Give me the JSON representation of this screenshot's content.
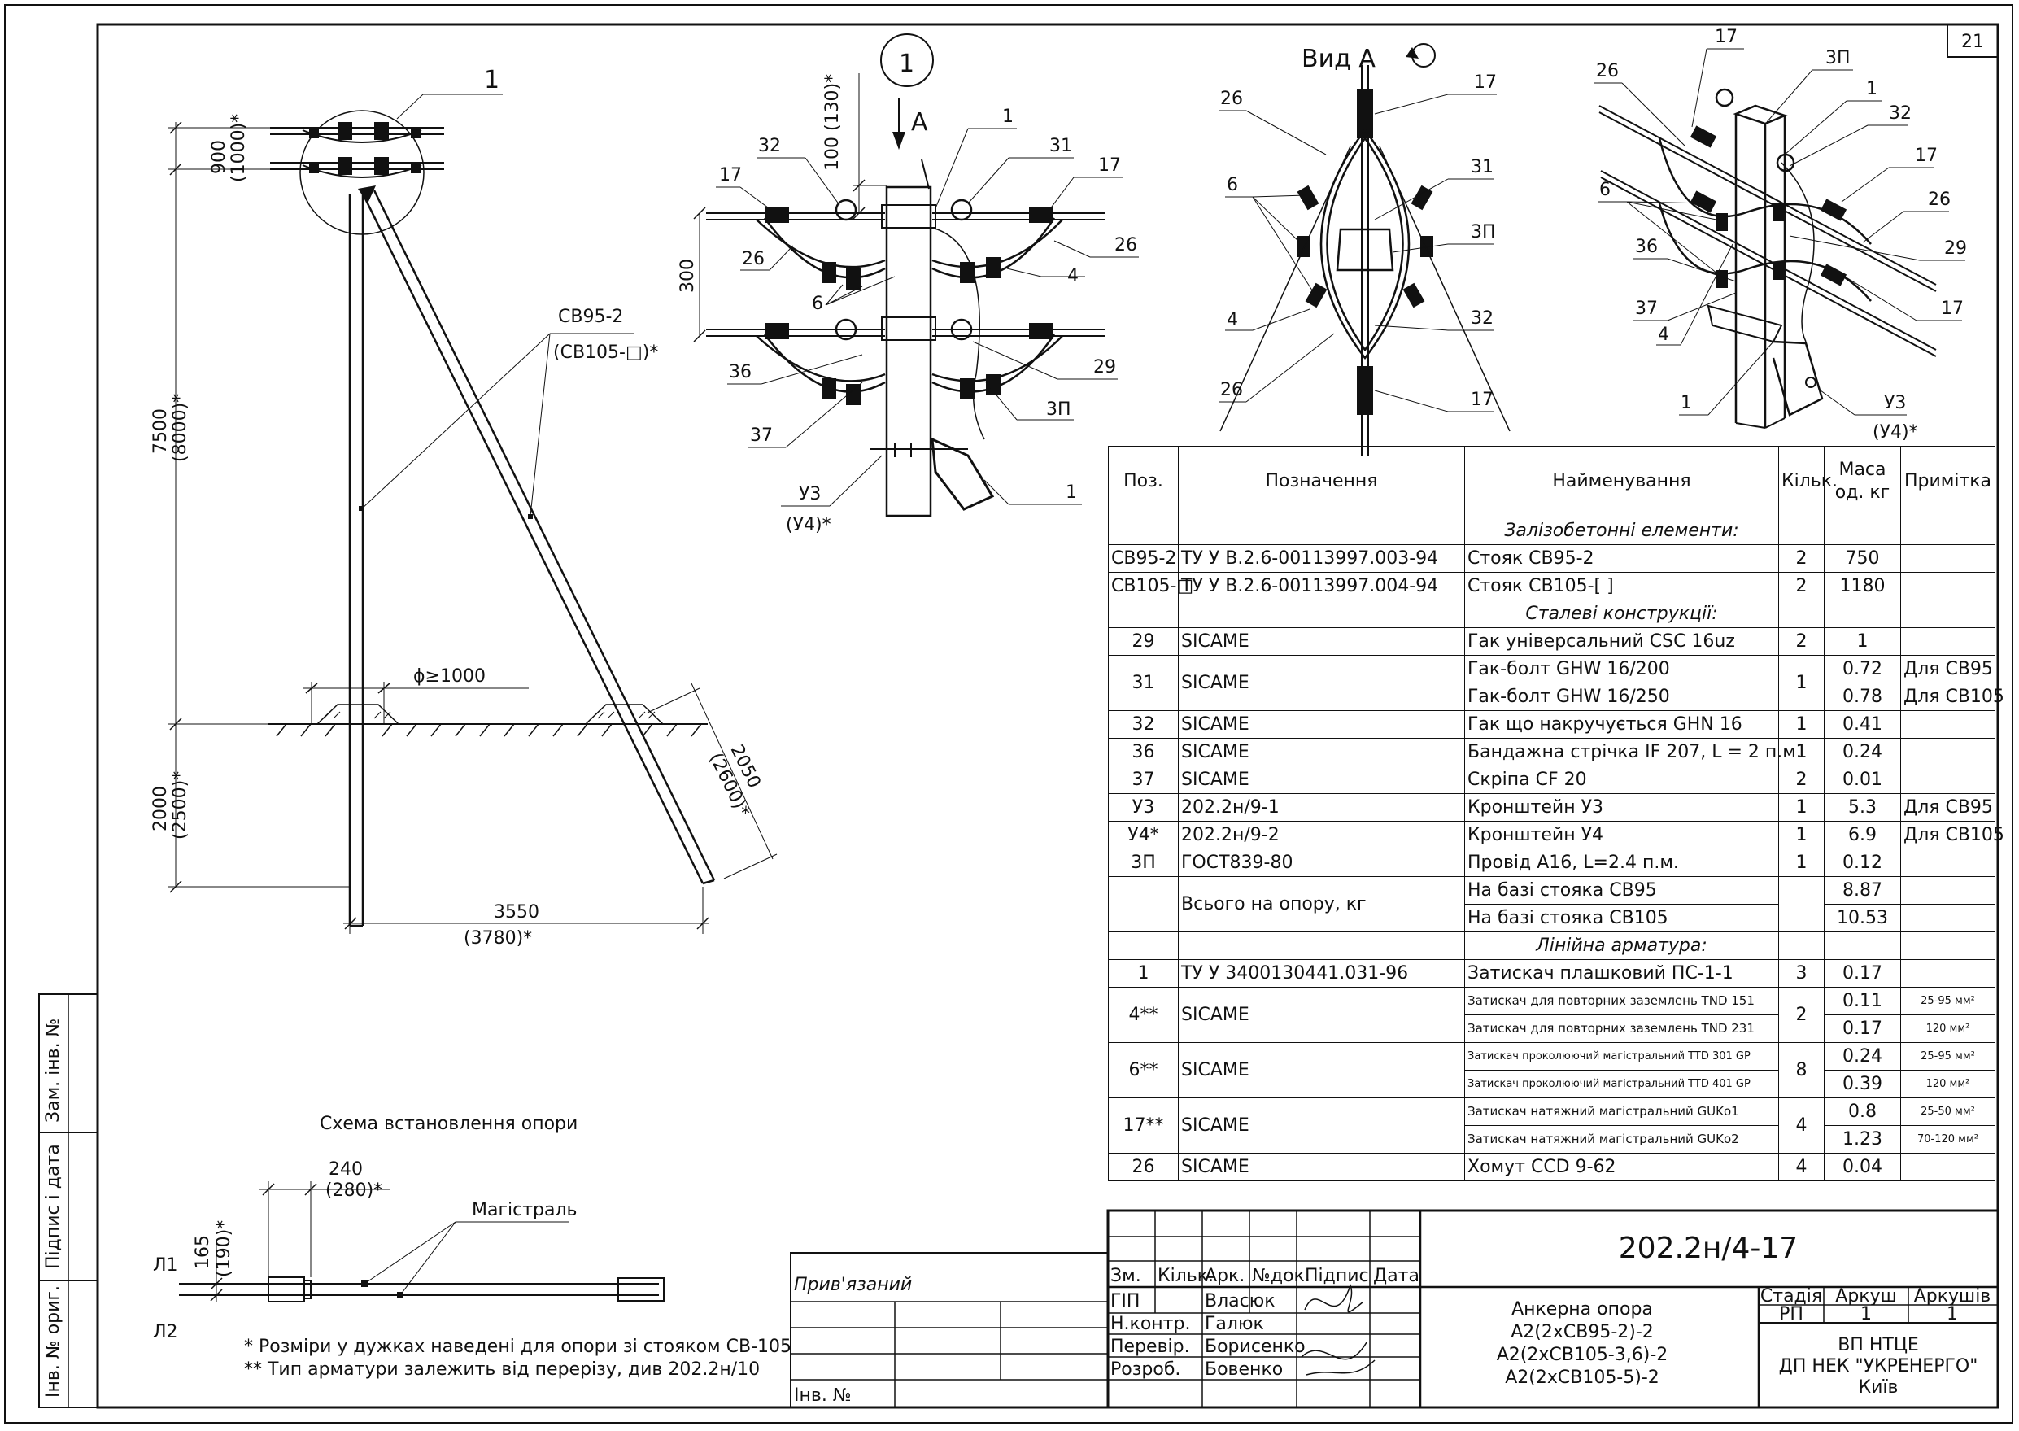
{
  "sheet_number": "21",
  "drawing_code": "202.2н/4-17",
  "pole_elevation": {
    "callout": "1",
    "top_dims": [
      "900",
      "(1000)*"
    ],
    "height_dims": [
      "7500",
      "(8000)*"
    ],
    "depth_dims": [
      "2000",
      "(2500)*"
    ],
    "strut_dims": [
      "2050",
      "(2600)*"
    ],
    "base_dims": [
      "3550",
      "(3780)*"
    ],
    "pit": "ϕ≥1000",
    "post_label": [
      "СВ95-2",
      "(СВ105-□)*"
    ]
  },
  "detail_1": {
    "callout": "1",
    "view_arrow": "А",
    "dims": [
      "100 (130)*",
      "300"
    ],
    "labels": [
      "32",
      "1",
      "31",
      "17",
      "17",
      "26",
      "26",
      "4",
      "6",
      "36",
      "29",
      "37",
      "3П",
      "1",
      "У3",
      "(У4)*"
    ]
  },
  "view_a": {
    "title": "Вид А",
    "labels": [
      "26",
      "17",
      "6",
      "31",
      "3П",
      "4",
      "32",
      "26",
      "17"
    ]
  },
  "iso_view": {
    "labels": [
      "17",
      "3П",
      "26",
      "1",
      "32",
      "17",
      "6",
      "26",
      "36",
      "29",
      "37",
      "17",
      "4",
      "1",
      "У3",
      "(У4)*"
    ]
  },
  "install_scheme": {
    "title": "Схема встановлення опори",
    "dims": [
      "240",
      "(280)*",
      "165",
      "(190)*"
    ],
    "mains": "Магістраль",
    "lines": [
      "Л1",
      "Л2"
    ]
  },
  "notes": [
    "* Розміри у дужках наведені для опори зі стояком СВ-105",
    "** Тип арматури залежить від перерізу, див 202.2н/10"
  ],
  "table": {
    "headers": [
      "Поз.",
      "Позначення",
      "Найменування",
      "Кільк.",
      "Маса од. кг",
      "Примітка"
    ],
    "sections": [
      "Залізобетонні елементи:",
      "Сталеві конструкції:",
      "Лінійна арматура:"
    ],
    "rows": {
      "sv95": [
        "СВ95-2",
        "ТУ У В.2.6-00113997.003-94",
        "Стояк СВ95-2",
        "2",
        "750",
        ""
      ],
      "sv105": [
        "СВ105-□",
        "ТУ У В.2.6-00113997.004-94",
        "Стояк СВ105-[   ]",
        "2",
        "1180",
        ""
      ],
      "r29": [
        "29",
        "SICAME",
        "Гак універсальний CSC 16uz",
        "2",
        "1",
        ""
      ],
      "r31": [
        "31",
        "SICAME",
        "Гак-болт GHW 16/200",
        "1",
        "0.72",
        "Для СВ95"
      ],
      "r31b": [
        "Гак-болт GHW 16/250",
        "0.78",
        "Для СВ105"
      ],
      "r32": [
        "32",
        "SICAME",
        "Гак що накручується GHN 16",
        "1",
        "0.41",
        ""
      ],
      "r36": [
        "36",
        "SICAME",
        "Бандажна стрічка IF 207, L = 2 п.м.",
        "1",
        "0.24",
        ""
      ],
      "r37": [
        "37",
        "SICAME",
        "Скріпа CF 20",
        "2",
        "0.01",
        ""
      ],
      "ru3": [
        "У3",
        "202.2н/9-1",
        "Кронштейн У3",
        "1",
        "5.3",
        "Для СВ95"
      ],
      "ru4": [
        "У4*",
        "202.2н/9-2",
        "Кронштейн У4",
        "1",
        "6.9",
        "Для СВ105"
      ],
      "r3p": [
        "3П",
        "ГОСТ839-80",
        "Провід А16, L=2.4 п.м.",
        "1",
        "0.12",
        ""
      ],
      "total": [
        "Всього на опору, кг",
        "На базі стояка СВ95",
        "8.87"
      ],
      "total_b": [
        "На базі стояка СВ105",
        "10.53"
      ],
      "r1": [
        "1",
        "ТУ У 3400130441.031-96",
        "Затискач плашковий ПС-1-1",
        "3",
        "0.17",
        ""
      ],
      "r4": [
        "4**",
        "SICAME",
        "Затискач для повторних заземлень TND 151",
        "2",
        "0.11",
        "25-95 мм²"
      ],
      "r4b": [
        "Затискач для повторних заземлень TND 231",
        "0.17",
        "120 мм²"
      ],
      "r6": [
        "6**",
        "SICAME",
        "Затискач проколюючий магістральний TTD 301 GP",
        "8",
        "0.24",
        "25-95 мм²"
      ],
      "r6b": [
        "Затискач проколюючий магістральний TTD 401 GP",
        "0.39",
        "120 мм²"
      ],
      "r17": [
        "17**",
        "SICAME",
        "Затискач натяжний магістральний GUKо1",
        "4",
        "0.8",
        "25-50 мм²"
      ],
      "r17b": [
        "Затискач натяжний магістральний GUKо2",
        "1.23",
        "70-120 мм²"
      ],
      "r26": [
        "26",
        "SICAME",
        "Хомут CCD 9-62",
        "4",
        "0.04",
        ""
      ]
    }
  },
  "title_block": {
    "attached": "Прив'язаний",
    "inv_no": "Інв. №",
    "columns": [
      "Зм.",
      "Кільк.",
      "Арк.",
      "№док.",
      "Підпис",
      "Дата"
    ],
    "roles": [
      {
        "role": "ГІП",
        "name": "Власюк"
      },
      {
        "role": "Н.контр.",
        "name": "Галюк"
      },
      {
        "role": "Перевір.",
        "name": "Борисенко"
      },
      {
        "role": "Розроб.",
        "name": "Бовенко"
      }
    ],
    "title": [
      "Анкерна опора",
      "А2(2хСВ95-2)-2",
      "А2(2хСВ105-3,6)-2",
      "А2(2хСВ105-5)-2"
    ],
    "stage_headers": [
      "Стадія",
      "Аркуш",
      "Аркушів"
    ],
    "stage_values": [
      "РП",
      "1",
      "1"
    ],
    "org": [
      "ВП НТЦЕ",
      "ДП НЕК \"УКРЕНЕРГО\"",
      "Київ"
    ]
  },
  "side_stamp": [
    "Зам. інв. №",
    "Підпис і дата",
    "Інв. № ориг."
  ]
}
